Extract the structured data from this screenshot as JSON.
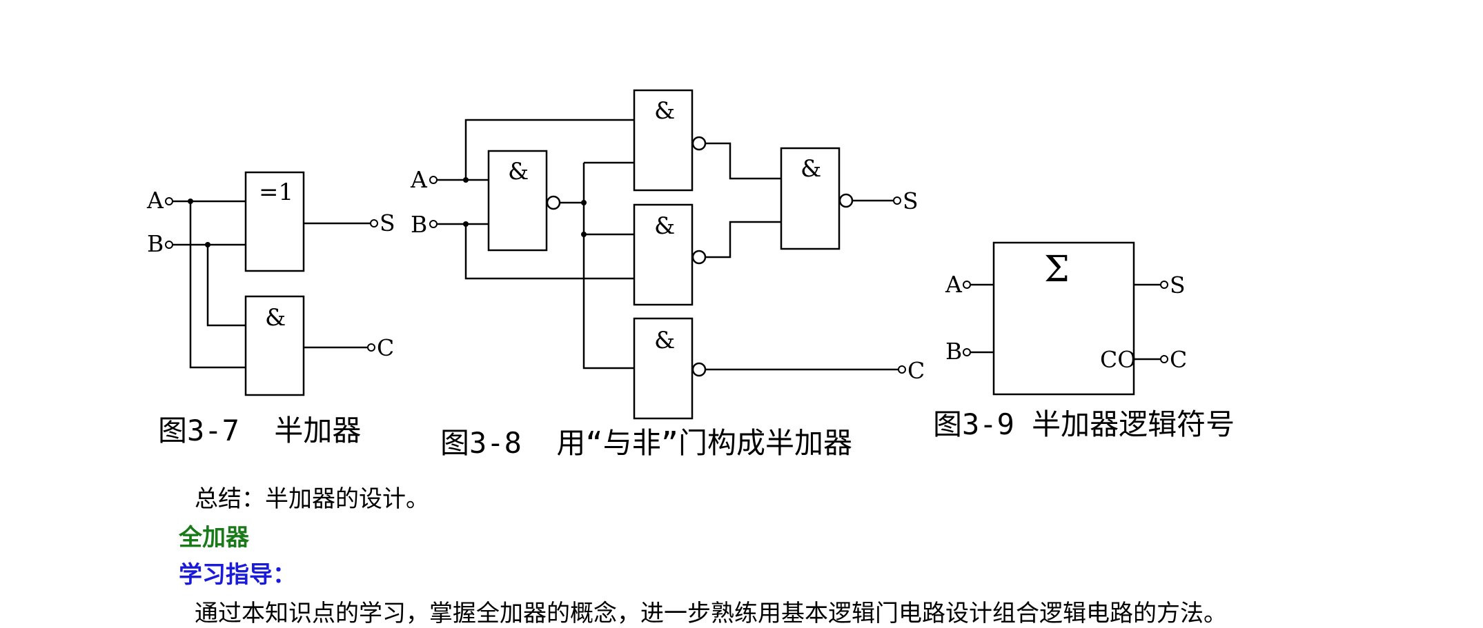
{
  "figures": {
    "fig37": {
      "caption": "图3-7  半加器",
      "gates": [
        "=1",
        "&"
      ],
      "inputs": [
        "A",
        "B"
      ],
      "outputs": [
        "S",
        "C"
      ]
    },
    "fig38": {
      "caption": "图3-8  用“与非”门构成半加器",
      "gate_symbol": "&",
      "inputs": [
        "A",
        "B"
      ],
      "outputs": [
        "S",
        "C"
      ]
    },
    "fig39": {
      "caption": "图3-9 半加器逻辑符号",
      "block_symbol": "Σ",
      "carry_label": "CO",
      "inputs": [
        "A",
        "B"
      ],
      "outputs": [
        "S",
        "C"
      ]
    }
  },
  "text": {
    "summary": "总结：半加器的设计。",
    "heading": "全加器",
    "guide_title": "学习指导：",
    "body": "通过本知识点的学习，掌握全加器的概念，进一步熟练用基本逻辑门电路设计组合逻辑电路的方法。"
  },
  "colors": {
    "heading": "#1a7a1a",
    "guide_title": "#1a1adb"
  }
}
